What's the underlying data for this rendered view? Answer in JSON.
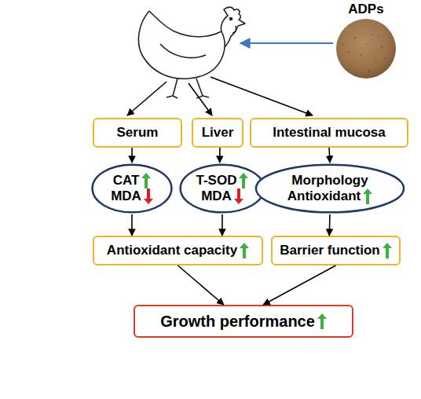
{
  "diagram": {
    "nodes": [
      {
        "text": [
          "ADPs"
        ]
      },
      {
        "text": [
          "Serum"
        ]
      },
      {
        "text": [
          "Liver"
        ]
      },
      {
        "text": [
          "Intestinal mucosa"
        ]
      },
      {
        "text": [
          "CAT",
          "MDA"
        ]
      },
      {
        "text": [
          "T-SOD",
          "MDA"
        ]
      },
      {
        "text": [
          "Morphology",
          "Antioxidant"
        ]
      },
      {
        "text": [
          "Antioxidant capacity"
        ]
      },
      {
        "text": [
          "Barrier function"
        ]
      },
      {
        "text": [
          "Growth performance"
        ]
      }
    ],
    "edges": [
      {
        "from": 1,
        "to": 4,
        "arrow": "to"
      },
      {
        "from": 2,
        "to": 5,
        "arrow": "to"
      },
      {
        "from": 3,
        "to": 6,
        "arrow": "to"
      },
      {
        "from": 4,
        "to": 7,
        "arrow": "to"
      },
      {
        "from": 5,
        "to": 7,
        "arrow": "to"
      },
      {
        "from": 6,
        "to": 8,
        "arrow": "to"
      },
      {
        "from": 7,
        "to": 9,
        "arrow": "to"
      },
      {
        "from": 8,
        "to": 9,
        "arrow": "to"
      }
    ]
  }
}
